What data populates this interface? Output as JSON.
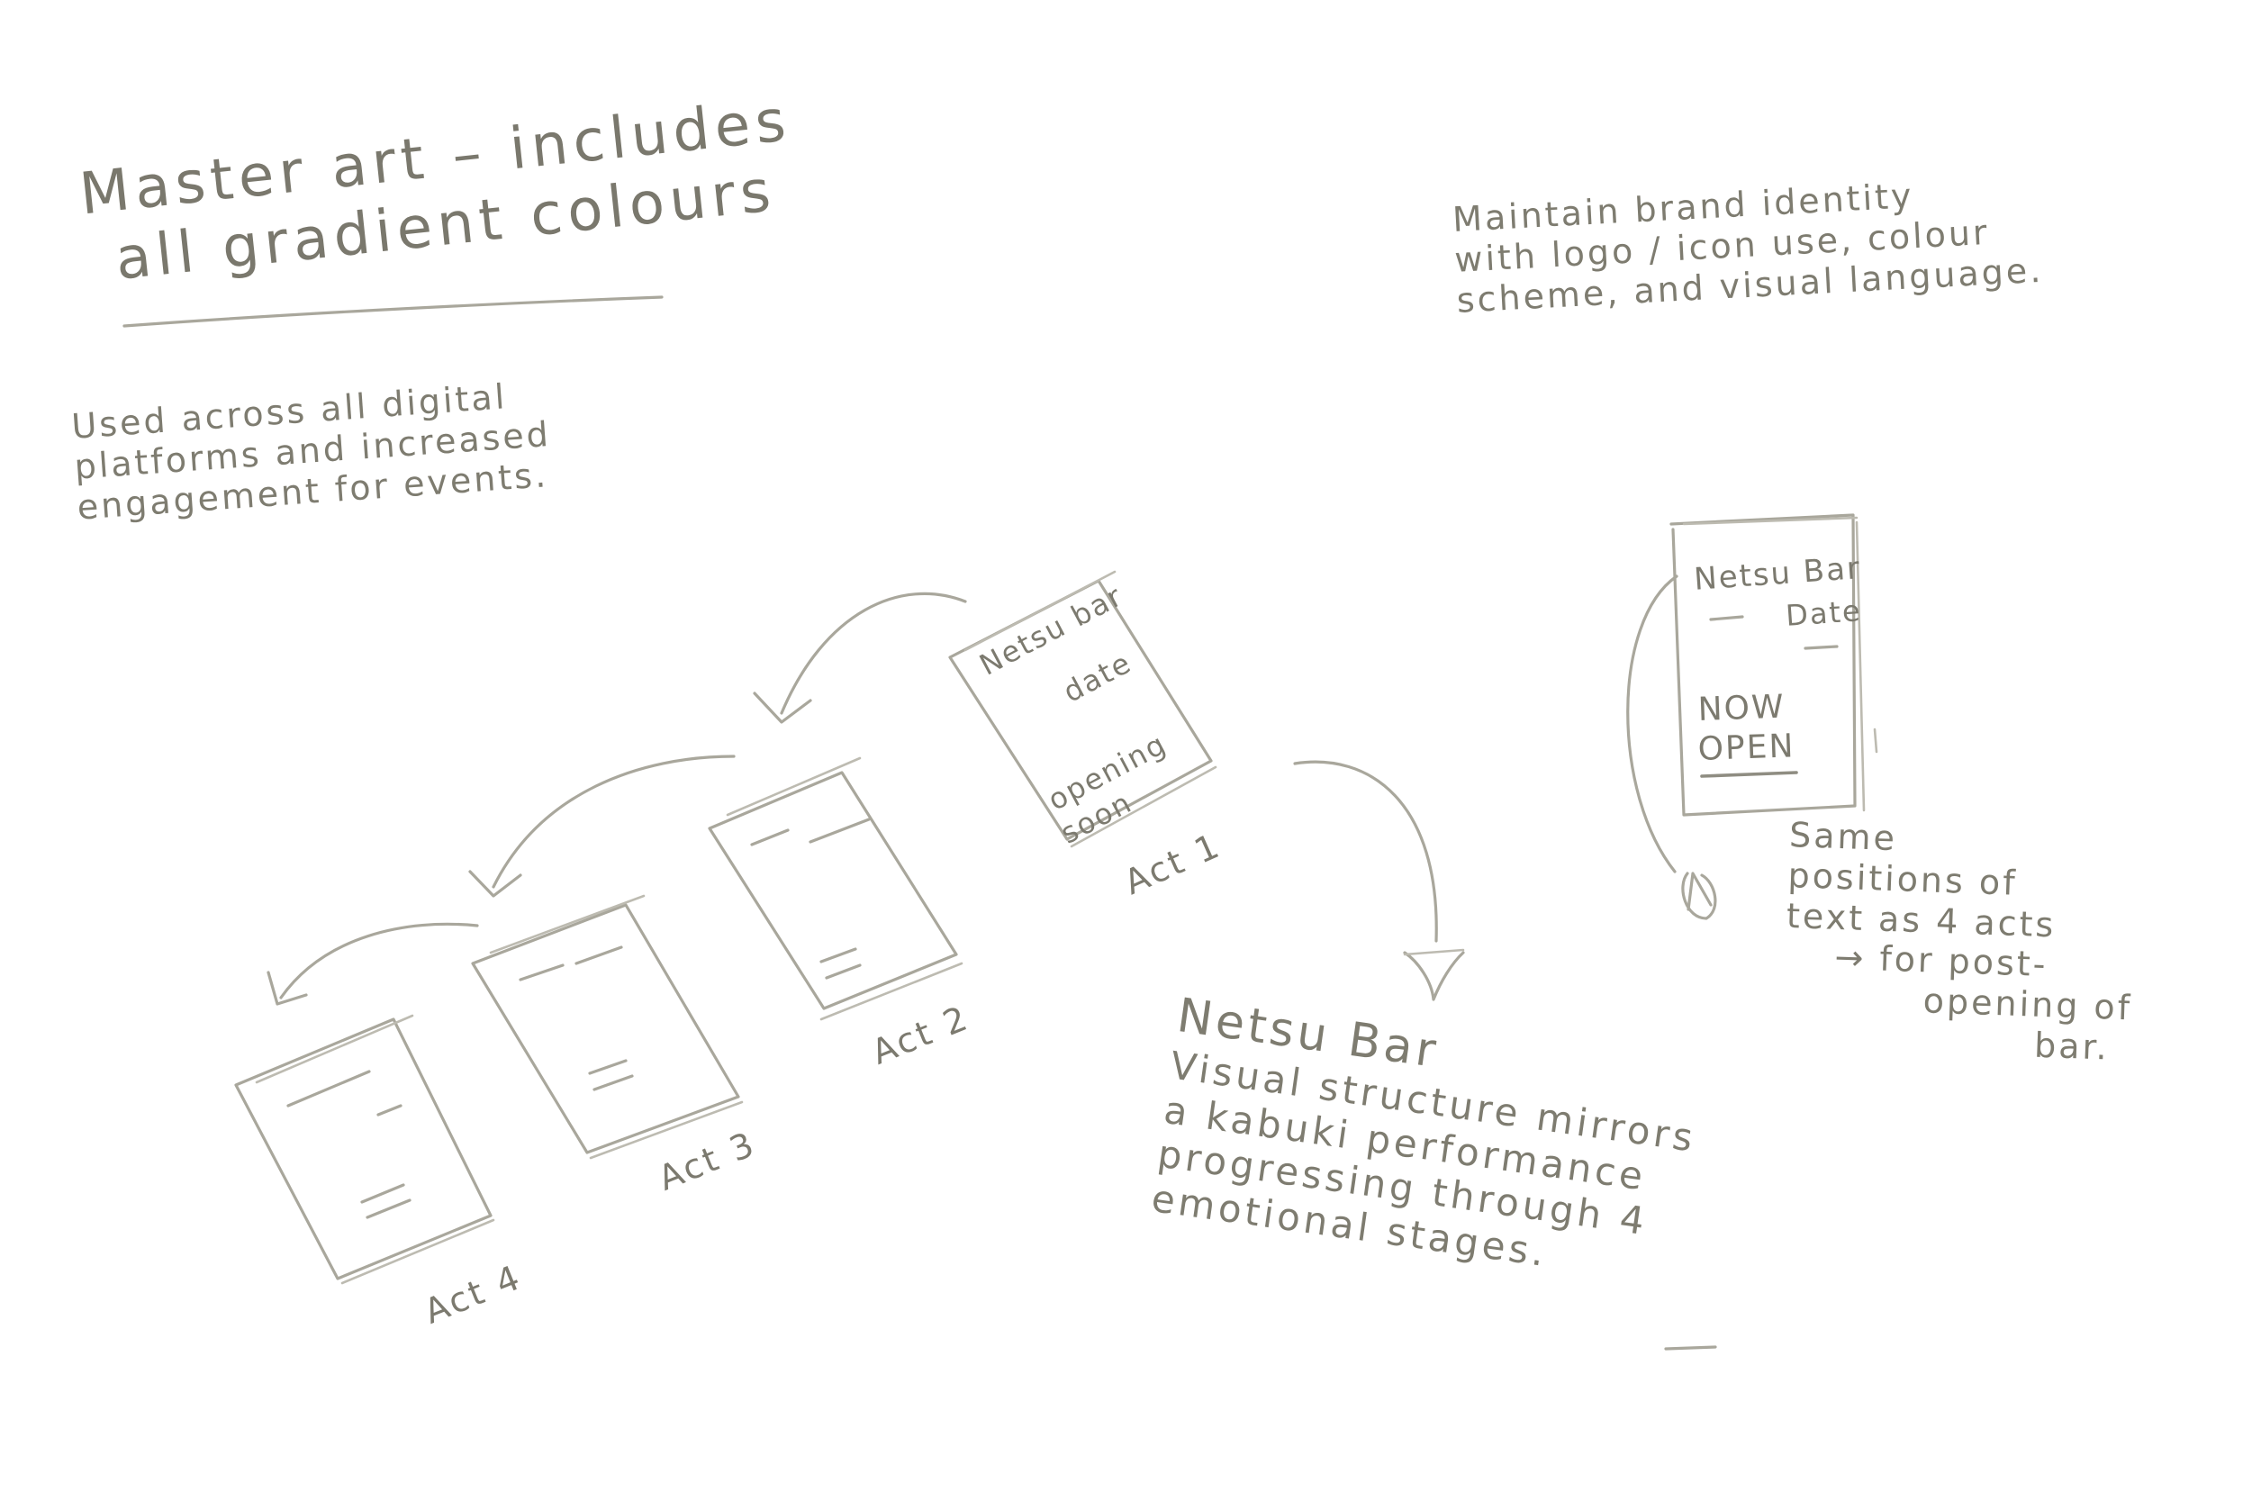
{
  "notes": {
    "master_art": {
      "lines": [
        "Master art – includes",
        "all gradient colours"
      ]
    },
    "digital": {
      "lines": [
        "Used across all digital",
        "platforms and increased",
        "engagement for events."
      ]
    },
    "brand": {
      "lines": [
        "Maintain brand identity",
        "with logo / icon use, colour",
        "scheme, and visual language."
      ]
    },
    "structure": {
      "lines": [
        "Netsu Bar",
        "Visual structure mirrors",
        "a kabuki performance",
        "progressing through 4",
        "emotional stages."
      ]
    },
    "post_opening": {
      "lines": [
        "Same",
        "positions of",
        "text as 4 acts",
        "→ for post-",
        "opening of",
        "bar."
      ]
    }
  },
  "cards": {
    "act1": {
      "title": "Netsu bar",
      "date": "date",
      "body_1": "opening",
      "body_2": "soon",
      "label": "Act 1"
    },
    "act2": {
      "label": "Act 2"
    },
    "act3": {
      "label": "Act 3"
    },
    "act4": {
      "label": "Act 4"
    },
    "post": {
      "title": "Netsu Bar",
      "date": "Date",
      "body_1": "NOW",
      "body_2": "OPEN"
    }
  },
  "colors": {
    "paper": "#ffffff",
    "pencil": "#a9a79c",
    "pencil_text": "#7e7c70"
  }
}
